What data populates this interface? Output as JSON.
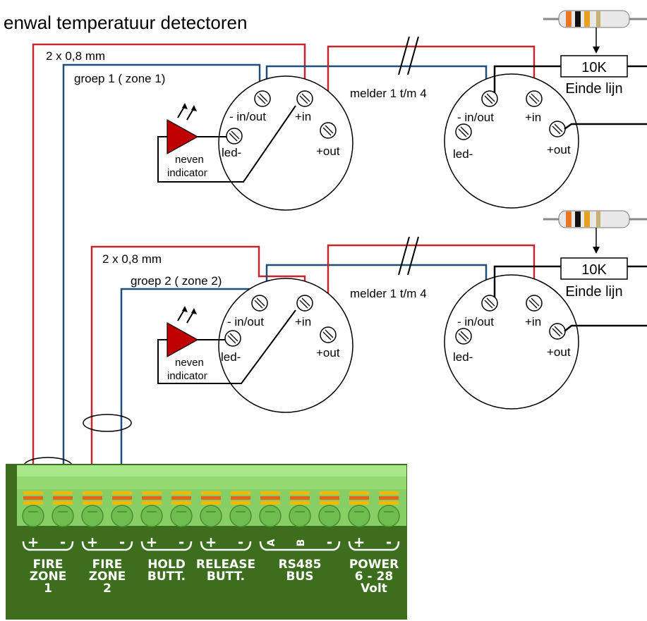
{
  "title": "enwal temperatuur detectoren",
  "groups": [
    {
      "cable": "2 x 0,8 mm",
      "group_label": "groep 1 ( zone 1)",
      "melder": "melder 1 t/m 4",
      "resistor": "10K",
      "end_of_line": "Einde lijn",
      "indicator_line1": "neven",
      "indicator_line2": "indicator",
      "left_detector": {
        "in_out": "- in/out",
        "plus_in": "+in",
        "plus_out": "+out",
        "led": "led-"
      },
      "right_detector": {
        "in_out": "- in/out",
        "plus_in": "+in",
        "plus_out": "+out",
        "led": "led-"
      }
    },
    {
      "cable": "2 x 0,8 mm",
      "group_label": "groep 2 ( zone 2)",
      "melder": "melder 1 t/m 4",
      "resistor": "10K",
      "end_of_line": "Einde lijn",
      "indicator_line1": "neven",
      "indicator_line2": "indicator",
      "left_detector": {
        "in_out": "- in/out",
        "plus_in": "+in",
        "plus_out": "+out",
        "led": "led-"
      },
      "right_detector": {
        "in_out": "- in/out",
        "plus_in": "+in",
        "plus_out": "+out",
        "led": "led-"
      }
    }
  ],
  "terminal_block": {
    "pair_signs": [
      {
        "left": "+",
        "right": "-"
      },
      {
        "left": "+",
        "right": "-"
      },
      {
        "left": "+",
        "right": "-"
      },
      {
        "left": "+",
        "right": "-"
      },
      {
        "left": "A",
        "mid": "B",
        "right": "-"
      },
      {
        "left": "+",
        "right": "-"
      }
    ],
    "labels": [
      {
        "line1": "FIRE",
        "line2": "ZONE",
        "line3": "1"
      },
      {
        "line1": "FIRE",
        "line2": "ZONE",
        "line3": "2"
      },
      {
        "line1": "HOLD",
        "line2": "BUTT."
      },
      {
        "line1": "RELEASE",
        "line2": "BUTT."
      },
      {
        "line1": "RS485",
        "line2": "BUS"
      },
      {
        "line1": "POWER",
        "line2": "6 - 28",
        "line3": "Volt"
      }
    ]
  },
  "colors": {
    "red_wire": "#c0282d",
    "blue_wire": "#1f4e79",
    "panel_dark": "#3c6e1e",
    "connector_green": "#9ee07a",
    "led_red": "#c00000"
  }
}
